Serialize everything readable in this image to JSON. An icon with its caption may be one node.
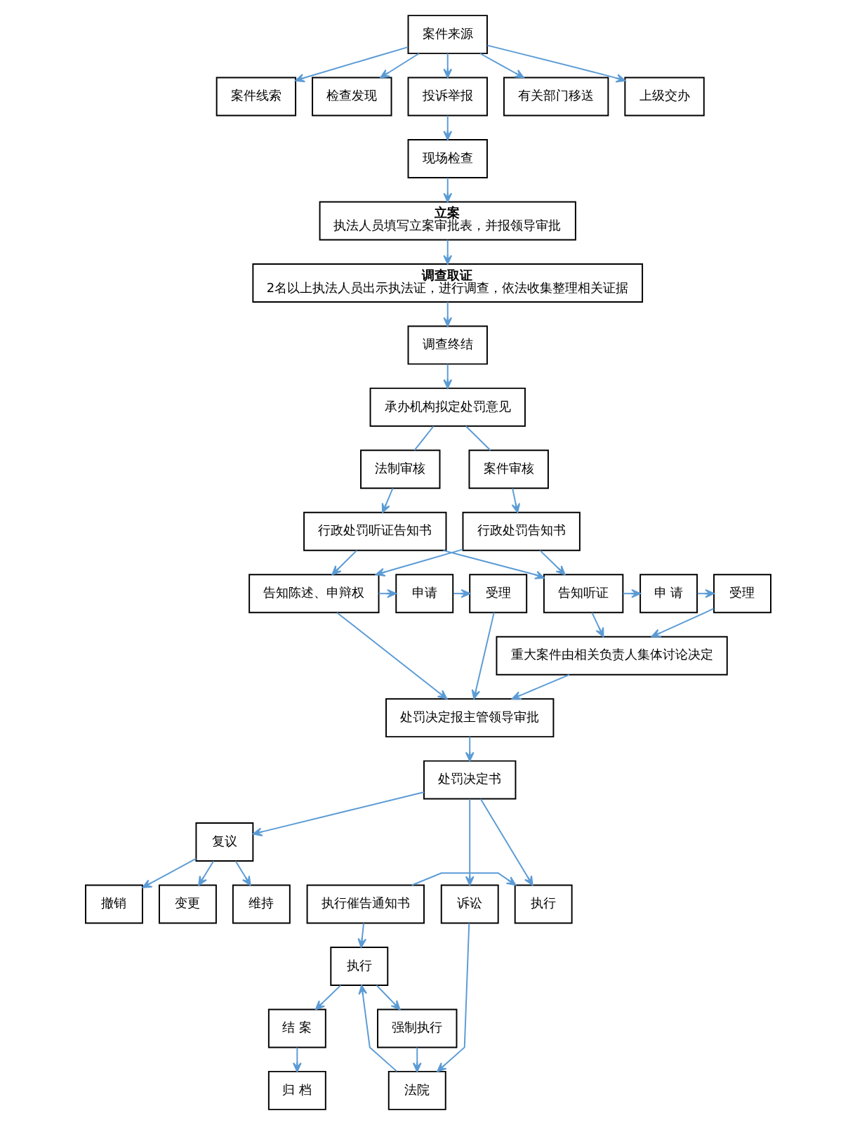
{
  "diagram": {
    "nodes": [
      {
        "text": [
          "案件来源"
        ]
      },
      {
        "text": [
          "案件线索"
        ]
      },
      {
        "text": [
          "检查发现"
        ]
      },
      {
        "text": [
          "投诉举报"
        ]
      },
      {
        "text": [
          "有关部门移送"
        ]
      },
      {
        "text": [
          "上级交办"
        ]
      },
      {
        "text": [
          "现场检查"
        ]
      },
      {
        "text": [
          "立案",
          "执法人员填写立案审批表，并报领导审批"
        ]
      },
      {
        "text": [
          "调查取证",
          "2名以上执法人员出示执法证，进行调查，依法收集整理相关证据"
        ]
      },
      {
        "text": [
          "调查终结"
        ]
      },
      {
        "text": [
          "承办机构拟定处罚意见"
        ]
      },
      {
        "text": [
          "法制审核"
        ]
      },
      {
        "text": [
          "案件审核"
        ]
      },
      {
        "text": [
          "行政处罚听证告知书"
        ]
      },
      {
        "text": [
          "行政处罚告知书"
        ]
      },
      {
        "text": [
          "受理"
        ]
      },
      {
        "text": [
          "申 请"
        ]
      },
      {
        "text": [
          "告知听证"
        ]
      },
      {
        "text": [
          "告知陈述、申辩权"
        ]
      },
      {
        "text": [
          "申请"
        ]
      },
      {
        "text": [
          "受理"
        ]
      },
      {
        "text": [
          "重大案件由相关负责人集体讨论决定"
        ]
      },
      {
        "text": [
          "处罚决定报主管领导审批"
        ]
      },
      {
        "text": [
          "复议"
        ]
      },
      {
        "text": [
          "处罚决定书"
        ]
      },
      {
        "text": [
          "诉讼"
        ]
      },
      {
        "text": [
          "撤销"
        ]
      },
      {
        "text": [
          "变更"
        ]
      },
      {
        "text": [
          "维持"
        ]
      },
      {
        "text": [
          "执行"
        ]
      },
      {
        "text": [
          "执行催告通知书"
        ]
      },
      {
        "text": [
          "法院"
        ]
      },
      {
        "text": [
          "强制执行"
        ]
      },
      {
        "text": [
          "执行"
        ]
      },
      {
        "text": [
          "结 案"
        ]
      },
      {
        "text": [
          "归 档"
        ]
      }
    ],
    "edges": [
      {
        "from": 0,
        "to": 1,
        "arrow": "to"
      },
      {
        "from": 0,
        "to": 2,
        "arrow": "to"
      },
      {
        "from": 0,
        "to": 3,
        "arrow": "to"
      },
      {
        "from": 0,
        "to": 4,
        "arrow": "to"
      },
      {
        "from": 0,
        "to": 5,
        "arrow": "to"
      },
      {
        "from": 3,
        "to": 6,
        "arrow": "to"
      },
      {
        "from": 6,
        "to": 7,
        "arrow": "to"
      },
      {
        "from": 7,
        "to": 8,
        "arrow": "to"
      },
      {
        "from": 8,
        "to": 9,
        "arrow": "to"
      },
      {
        "from": 9,
        "to": 10,
        "arrow": "to"
      },
      {
        "from": 10,
        "to": 11,
        "arrow": "none"
      },
      {
        "from": 10,
        "to": 12,
        "arrow": "none"
      },
      {
        "from": 11,
        "to": 13,
        "arrow": "to"
      },
      {
        "from": 12,
        "to": 14,
        "arrow": "to"
      },
      {
        "from": 13,
        "to": 17,
        "arrow": "to"
      },
      {
        "from": 13,
        "to": 18,
        "arrow": "to"
      },
      {
        "from": 14,
        "to": 17,
        "arrow": "to"
      },
      {
        "from": 14,
        "to": 18,
        "arrow": "to"
      },
      {
        "from": 17,
        "to": 16,
        "arrow": "to"
      },
      {
        "from": 16,
        "to": 15,
        "arrow": "to"
      },
      {
        "from": 18,
        "to": 19,
        "arrow": "to"
      },
      {
        "from": 19,
        "to": 20,
        "arrow": "to"
      },
      {
        "from": 15,
        "to": 21,
        "arrow": "to"
      },
      {
        "from": 17,
        "to": 21,
        "arrow": "to"
      },
      {
        "from": 18,
        "to": 22,
        "arrow": "to"
      },
      {
        "from": 20,
        "to": 22,
        "arrow": "to"
      },
      {
        "from": 21,
        "to": 22,
        "arrow": "to"
      },
      {
        "from": 22,
        "to": 24,
        "arrow": "to"
      },
      {
        "from": 24,
        "to": 23,
        "arrow": "to"
      },
      {
        "from": 24,
        "to": 25,
        "arrow": "to"
      },
      {
        "from": 23,
        "to": 26,
        "arrow": "to"
      },
      {
        "from": 23,
        "to": 27,
        "arrow": "to"
      },
      {
        "from": 23,
        "to": 28,
        "arrow": "to"
      },
      {
        "from": 24,
        "to": 29,
        "arrow": "to"
      },
      {
        "from": 30,
        "to": 29,
        "arrow": "to"
      },
      {
        "from": 30,
        "to": 33,
        "arrow": "to"
      },
      {
        "from": 25,
        "to": 31,
        "arrow": "to"
      },
      {
        "from": 33,
        "to": 32,
        "arrow": "to"
      },
      {
        "from": 32,
        "to": 31,
        "arrow": "to"
      },
      {
        "from": 31,
        "to": 33,
        "arrow": "to"
      },
      {
        "from": 33,
        "to": 34,
        "arrow": "to"
      },
      {
        "from": 34,
        "to": 35,
        "arrow": "to"
      }
    ]
  }
}
